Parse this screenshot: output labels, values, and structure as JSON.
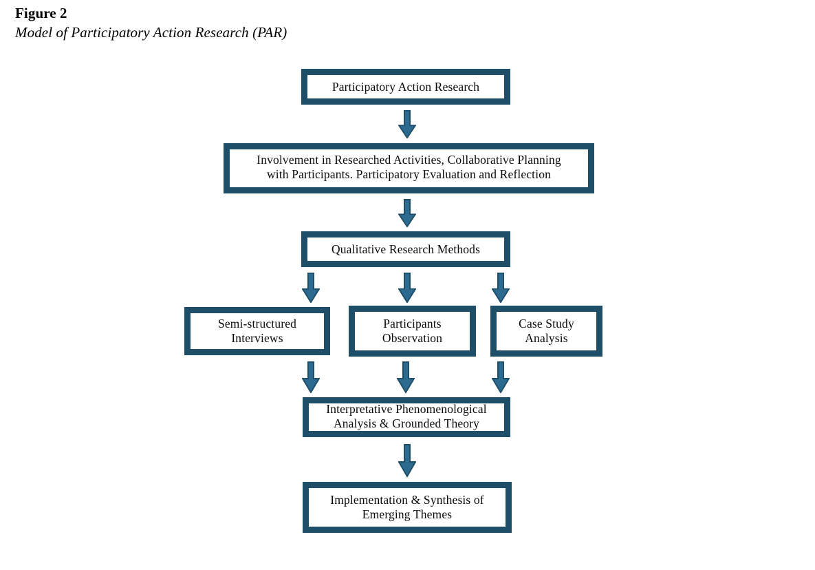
{
  "caption": {
    "figure_label": "Figure 2",
    "figure_title": "Model of Participatory Action Research (PAR)"
  },
  "theme": {
    "border_color": "#1f4e68",
    "arrow_fill": "#2d6a8f",
    "arrow_stroke": "#1f4e68",
    "box_fill": "#ffffff",
    "text_color": "#0a0a0a",
    "page_background": "#ffffff"
  },
  "chart_data": {
    "type": "diagram",
    "diagram_kind": "flowchart",
    "title": "Model of Participatory Action Research (PAR)",
    "orientation": "top-to-bottom",
    "nodes": [
      {
        "id": "par",
        "label": "Participatory Action Research",
        "level": 1
      },
      {
        "id": "involvement",
        "label": "Involvement in Researched Activities, Collaborative Planning\nwith Participants. Participatory Evaluation and Reflection",
        "level": 2
      },
      {
        "id": "qual",
        "label": "Qualitative Research Methods",
        "level": 3
      },
      {
        "id": "semi",
        "label": "Semi-structured\nInterviews",
        "level": 4
      },
      {
        "id": "obs",
        "label": "Participants\nObservation",
        "level": 4
      },
      {
        "id": "case",
        "label": "Case Study\nAnalysis",
        "level": 4
      },
      {
        "id": "ipa",
        "label": "Interpretative Phenomenological\nAnalysis & Grounded Theory",
        "level": 5
      },
      {
        "id": "impl",
        "label": "Implementation & Synthesis of\nEmerging Themes",
        "level": 6
      }
    ],
    "edges": [
      {
        "id": "arrow-1",
        "from": "par",
        "to": "involvement",
        "style": "block-arrow-down"
      },
      {
        "id": "arrow-2",
        "from": "involvement",
        "to": "qual",
        "style": "block-arrow-down"
      },
      {
        "id": "arrow-3",
        "from": "qual",
        "to": "semi",
        "style": "block-arrow-down"
      },
      {
        "id": "arrow-4",
        "from": "qual",
        "to": "obs",
        "style": "block-arrow-down"
      },
      {
        "id": "arrow-5",
        "from": "qual",
        "to": "case",
        "style": "block-arrow-down"
      },
      {
        "id": "arrow-6",
        "from": "semi",
        "to": "ipa",
        "style": "block-arrow-down"
      },
      {
        "id": "arrow-7",
        "from": "obs",
        "to": "ipa",
        "style": "block-arrow-down"
      },
      {
        "id": "arrow-8",
        "from": "case",
        "to": "ipa",
        "style": "block-arrow-down"
      },
      {
        "id": "arrow-9",
        "from": "ipa",
        "to": "impl",
        "style": "block-arrow-down"
      }
    ]
  }
}
